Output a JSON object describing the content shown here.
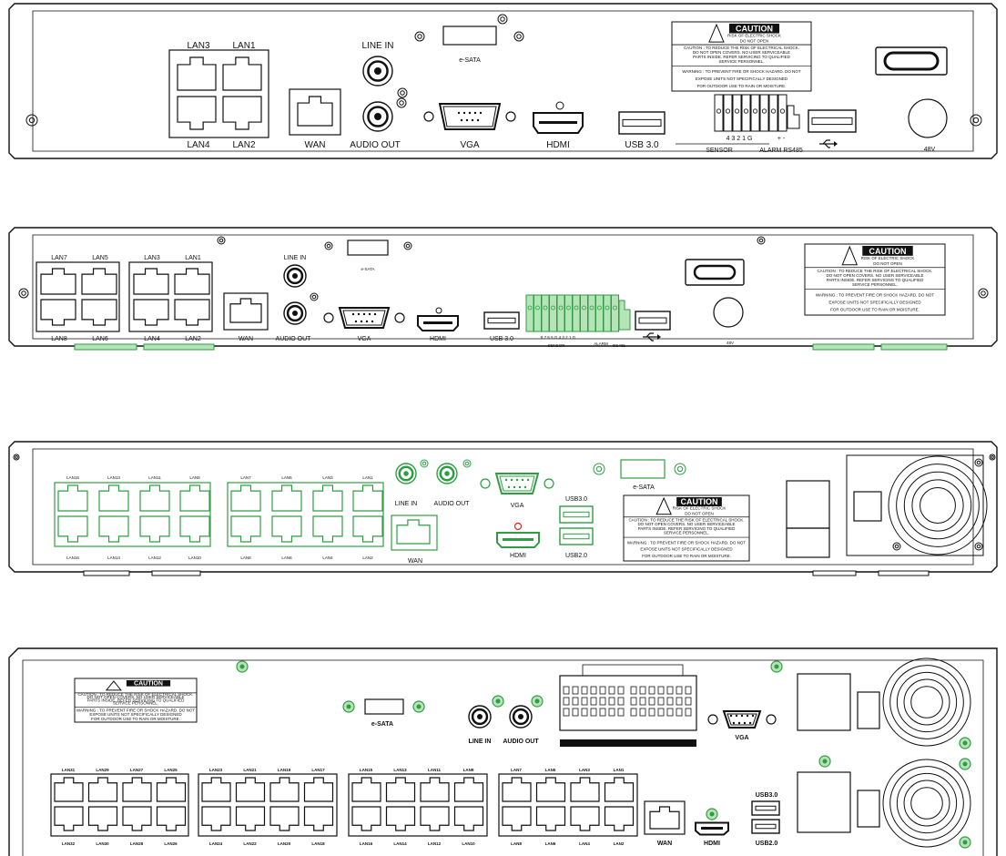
{
  "panel1": {
    "lan_top": [
      "LAN3",
      "LAN1"
    ],
    "lan_bottom": [
      "LAN4",
      "LAN2"
    ],
    "wan": "WAN",
    "line_in": "LINE IN",
    "audio_out": "AUDIO OUT",
    "esata": "e-SATA",
    "vga": "VGA",
    "hdmi": "HDMI",
    "usb": "USB 3.0",
    "sensor_digits": "4 3 2 1 G",
    "sensor": "SENSOR",
    "alarm_rs485": "ALARM RS485",
    "plus_minus": "+  -",
    "power": "48V",
    "caution": {
      "title": "CAUTION",
      "sub1": "RISK OF ELECTRIC SHOCK",
      "sub2": "DO NOT OPEN",
      "text1a": "CAUTION : TO REDUCE THE RISK OF ELECTRICAL SHOCK.",
      "text1b": "DO NOT OPEN COVERS. NO USER SERVICEABLE",
      "text1c": "PARTS INSIDE. REFER SERVICING TO QUALIFIED",
      "text1d": "SERVICE PERSONNEL.",
      "text2a": "WARNING : TO PREVENT FIRE OR SHOCK HAZARD. DO NOT",
      "text2b": "EXPOSE UNITS NOT SPECIFICALLY DESIGNED",
      "text2c": "FOR OUTDOOR USE TO RAIN OR MOISTURE."
    }
  },
  "panel2": {
    "lan_top": [
      "LAN7",
      "LAN5",
      "LAN3",
      "LAN1"
    ],
    "lan_bottom": [
      "LAN8",
      "LAN6",
      "LAN4",
      "LAN2"
    ],
    "wan": "WAN",
    "line_in": "LINE IN",
    "audio_out": "AUDIO OUT",
    "esata": "e-SATA",
    "vga": "VGA",
    "hdmi": "HDMI",
    "usb": "USB 3.0",
    "sensor_digits": "8 7 6 5 G 4 3 2 1 G",
    "sensor": "SENSOR",
    "alarm": "ALARM",
    "rs485": "RS485",
    "power": "48V",
    "caution": {
      "title": "CAUTION",
      "sub1": "RISK OF ELECTRIC SHOCK",
      "sub2": "DO NOT OPEN",
      "text1a": "CAUTION : TO REDUCE THE RISK OF ELECTRICAL SHOCK.",
      "text1b": "DO NOT OPEN COVERS. NO USER SERVICEABLE",
      "text1c": "PARTS INSIDE. REFER SERVICING TO QUALIFIED",
      "text1d": "SERVICE PERSONNEL.",
      "text2a": "WARNING : TO PREVENT FIRE OR SHOCK HAZARD. DO NOT",
      "text2b": "EXPOSE UNITS NOT SPECIFICALLY DESIGNED",
      "text2c": "FOR OUTDOOR USE TO RAIN OR MOISTURE."
    }
  },
  "panel3": {
    "lan_top": [
      "LAN15",
      "LAN13",
      "LAN11",
      "LAN9",
      "LAN7",
      "LAN5",
      "LAN3",
      "LAN1"
    ],
    "lan_bottom": [
      "LAN16",
      "LAN14",
      "LAN12",
      "LAN10",
      "LAN8",
      "LAN6",
      "LAN4",
      "LAN2"
    ],
    "line_in": "LINE IN",
    "audio_out": "AUDIO OUT",
    "wan": "WAN",
    "vga": "VGA",
    "hdmi": "HDMI",
    "usb30": "USB3.0",
    "usb20": "USB2.0",
    "esata": "e-SATA",
    "caution": {
      "title": "CAUTION",
      "sub1": "RISK OF ELECTRIC SHOCK",
      "sub2": "DO NOT OPEN",
      "text1a": "CAUTION : TO REDUCE THE RISK OF ELECTRICAL SHOCK.",
      "text1b": "DO NOT OPEN COVERS. NO USER SERVICEABLE",
      "text1c": "PARTS INSIDE. REFER SERVICING TO QUALIFIED",
      "text1d": "SERVICE PERSONNEL.",
      "text2a": "WARNING : TO PREVENT FIRE OR SHOCK HAZARD. DO NOT",
      "text2b": "EXPOSE UNITS NOT SPECIFICALLY DESIGNED",
      "text2c": "FOR OUTDOOR USE TO RAIN OR MOISTURE."
    }
  },
  "panel4": {
    "lan_top": [
      "LAN31",
      "LAN29",
      "LAN27",
      "LAN25",
      "LAN23",
      "LAN21",
      "LAN19",
      "LAN17",
      "LAN15",
      "LAN13",
      "LAN11",
      "LAN9",
      "LAN7",
      "LAN5",
      "LAN3",
      "LAN1"
    ],
    "lan_bottom": [
      "LAN32",
      "LAN30",
      "LAN28",
      "LAN26",
      "LAN24",
      "LAN22",
      "LAN20",
      "LAN18",
      "LAN16",
      "LAN14",
      "LAN12",
      "LAN10",
      "LAN8",
      "LAN6",
      "LAN4",
      "LAN2"
    ],
    "esata": "e-SATA",
    "line_in": "LINE IN",
    "audio_out": "AUDIO OUT",
    "vga": "VGA",
    "wan": "WAN",
    "hdmi": "HDMI",
    "usb30": "USB3.0",
    "usb20": "USB2.0",
    "caution": {
      "title": "CAUTION",
      "text1a": "CAUTION : TO REDUCE THE RISK OF ELECTRICAL SHOCK.",
      "text1b": "DO NOT OPEN COVERS. NO USER SERVICEABLE",
      "text1c": "PARTS INSIDE. REFER SERVICING TO QUALIFIED",
      "text1d": "SERVICE PERSONNEL.",
      "text2a": "WARNING : TO PREVENT FIRE OR SHOCK HAZARD. DO NOT",
      "text2b": "EXPOSE UNITS NOT SPECIFICALLY DESIGNED",
      "text2c": "FOR OUTDOOR USE TO RAIN OR MOISTURE."
    }
  },
  "colors": {
    "line": "#111111",
    "green": "#2e9e44",
    "green_light": "#b7e3b9",
    "red": "#e02020"
  }
}
